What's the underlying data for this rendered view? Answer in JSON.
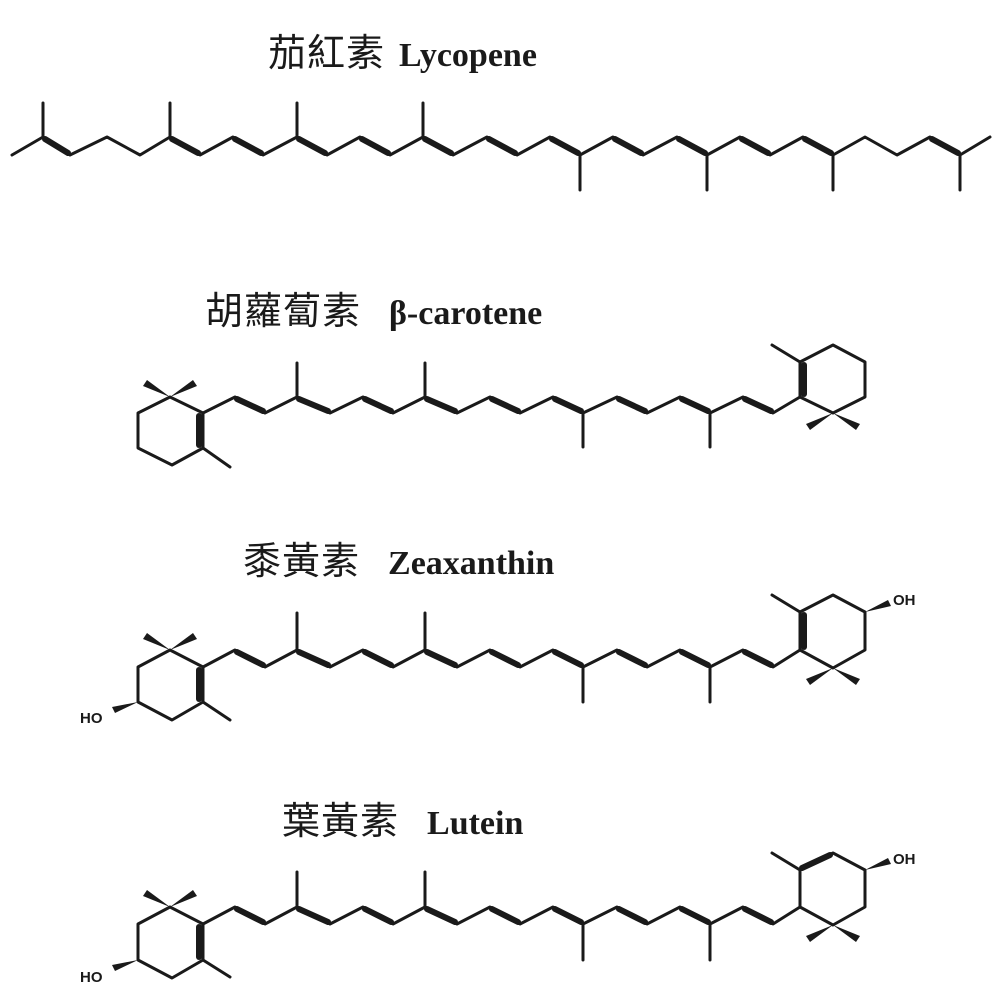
{
  "figure": {
    "molecules": [
      {
        "id": "lycopene",
        "name_zh": "茄紅素",
        "name_en": "Lycopene"
      },
      {
        "id": "beta_carotene",
        "name_zh": "胡蘿蔔素",
        "name_en": "β-carotene"
      },
      {
        "id": "zeaxanthin",
        "name_zh": "黍黃素",
        "name_en": "Zeaxanthin"
      },
      {
        "id": "lutein",
        "name_zh": "葉黃素",
        "name_en": "Lutein"
      }
    ],
    "labels": {
      "hydroxyl_left": "HO",
      "hydroxyl_right": "OH"
    }
  }
}
